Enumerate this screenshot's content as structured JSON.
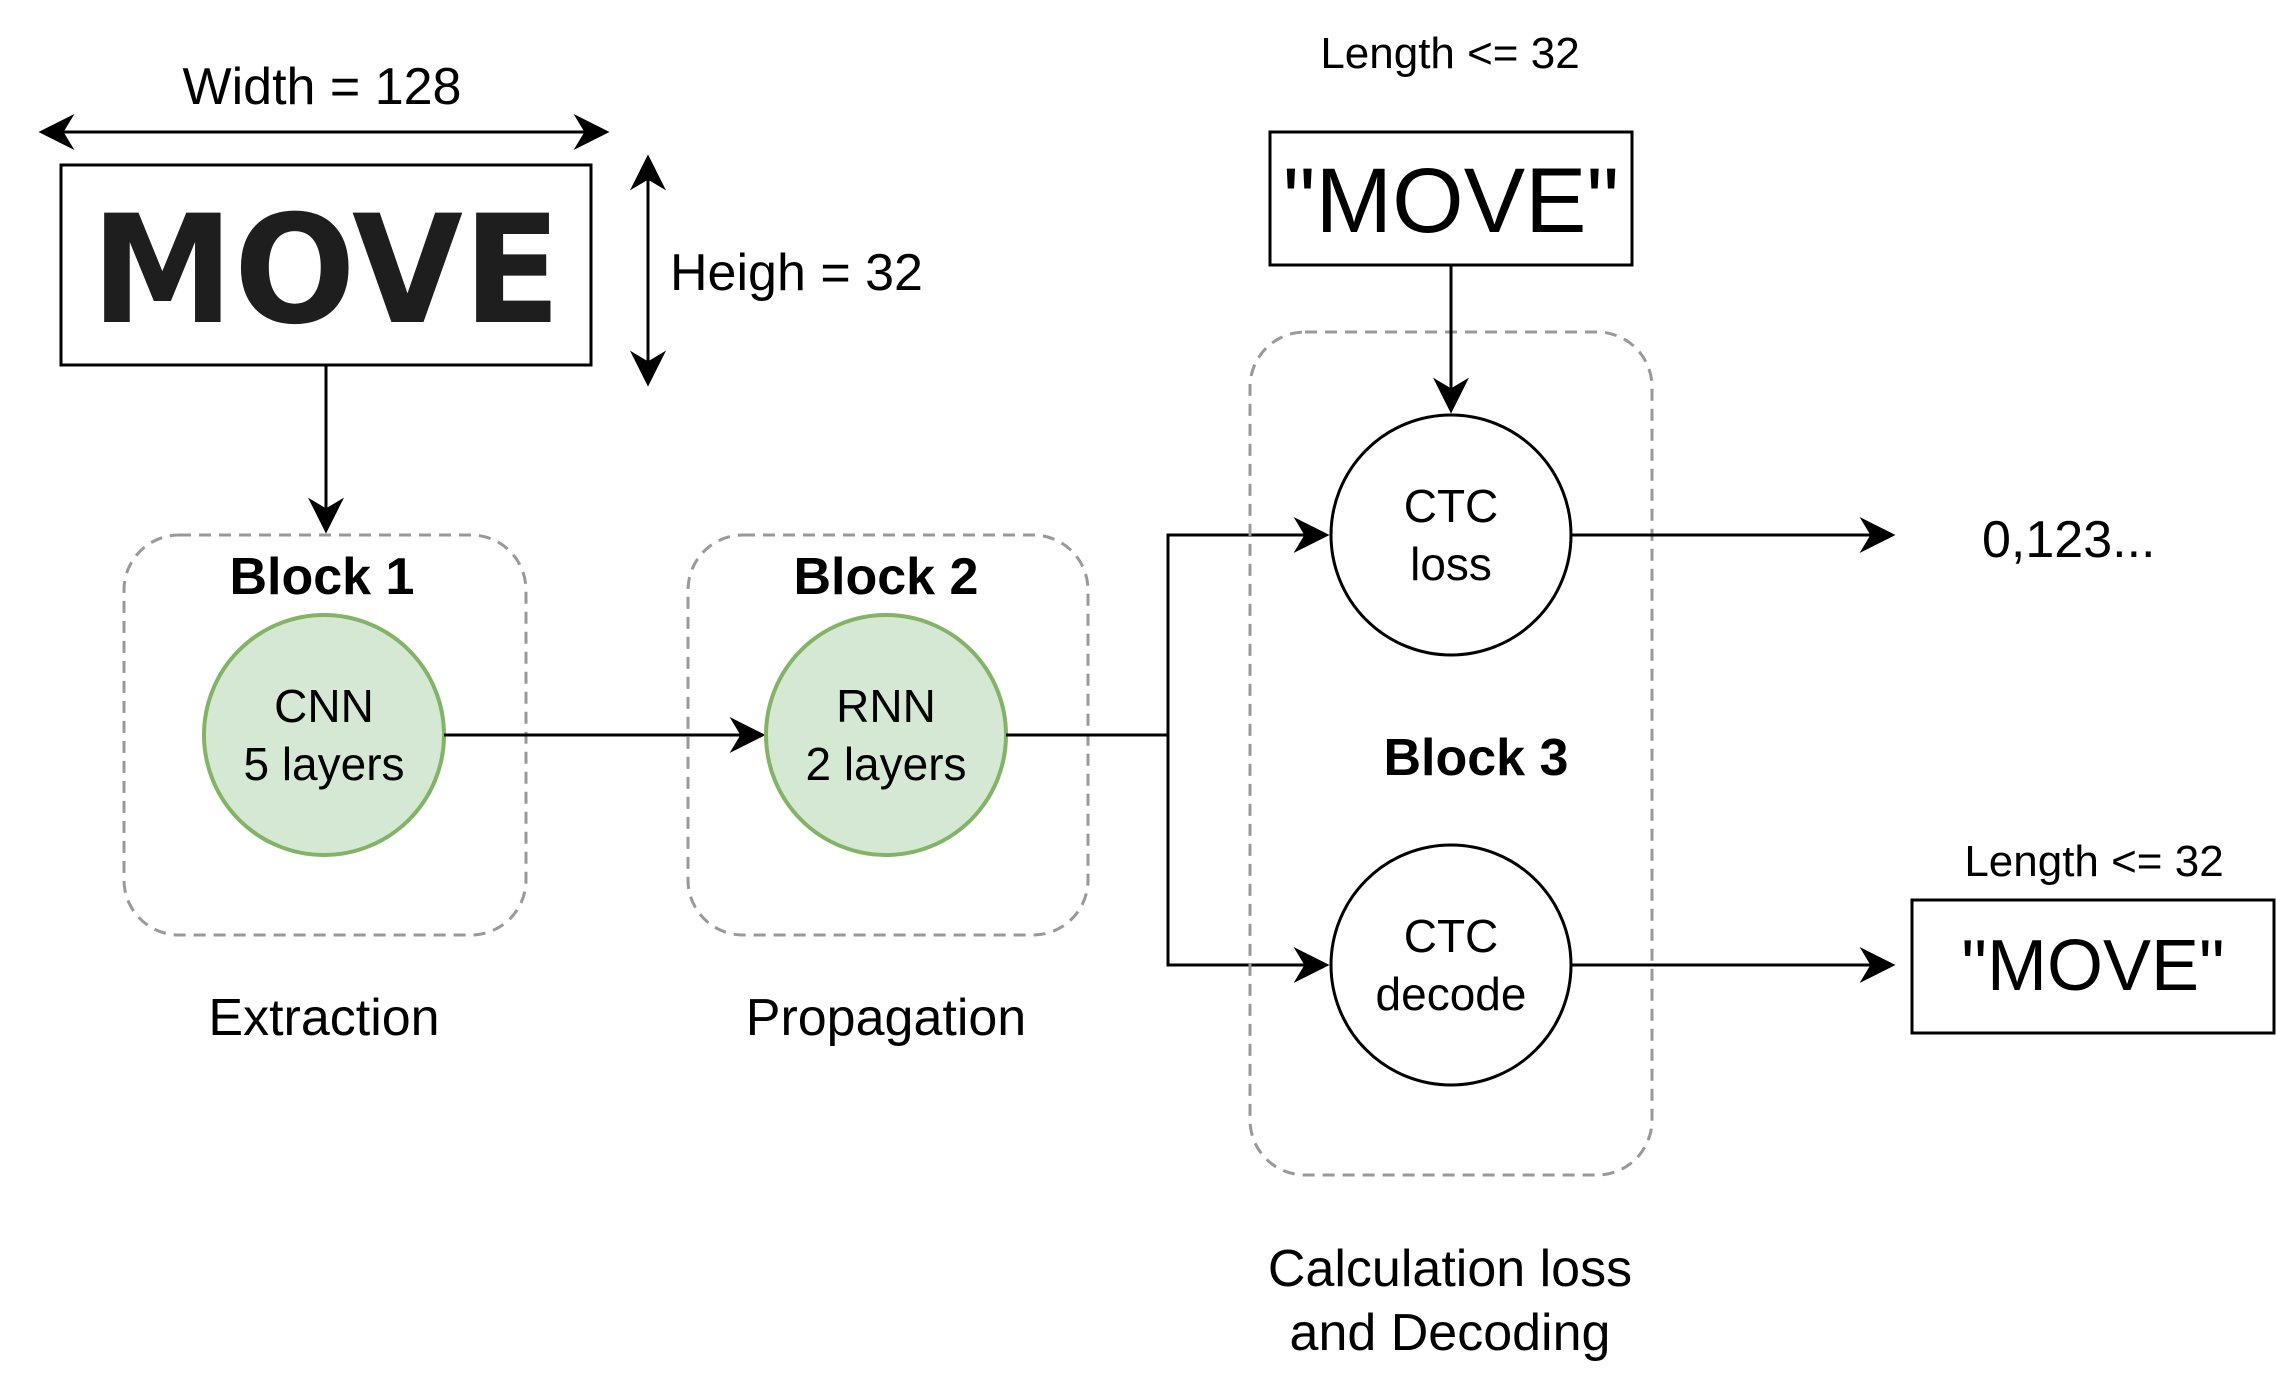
{
  "input_image": {
    "handwritten_word": "MOVE",
    "width_label": "Width = 128",
    "height_label": "Heigh = 32"
  },
  "blocks": [
    {
      "title": "Block 1",
      "node_lines": [
        "CNN",
        "5 layers"
      ],
      "caption": "Extraction"
    },
    {
      "title": "Block 2",
      "node_lines": [
        "RNN",
        "2 layers"
      ],
      "caption": "Propagation"
    },
    {
      "title": "Block 3",
      "caption_lines": [
        "Calculation loss",
        "and Decoding"
      ]
    }
  ],
  "ctc_loss": {
    "lines": [
      "CTC",
      "loss"
    ],
    "output": "0,123..."
  },
  "ctc_decode": {
    "lines": [
      "CTC",
      "decode"
    ]
  },
  "target_label": {
    "length_label": "Length <= 32",
    "text": "\"MOVE\""
  },
  "output_label": {
    "length_label": "Length <= 32",
    "text": "\"MOVE\""
  },
  "colors": {
    "node_fill": "#d5e8d4",
    "node_stroke": "#82b366",
    "dashed_group": "#999999",
    "line": "#000000"
  }
}
